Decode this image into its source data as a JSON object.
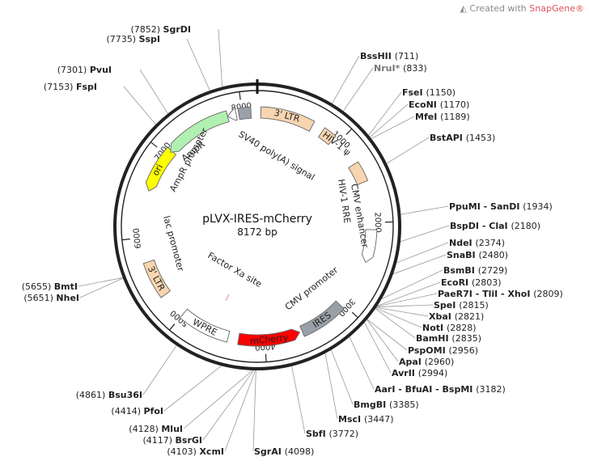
{
  "watermark": {
    "text": "Created with",
    "brand": "SnapGene®"
  },
  "plasmid": {
    "name": "pLVX-IRES-mCherry",
    "size_label": "8172 bp",
    "length": 8172
  },
  "ticks": [
    {
      "pos": 1000,
      "label": "1000"
    },
    {
      "pos": 2000,
      "label": "2000"
    },
    {
      "pos": 3000,
      "label": "3000"
    },
    {
      "pos": 4000,
      "label": "4000"
    },
    {
      "pos": 5000,
      "label": "5000"
    },
    {
      "pos": 6000,
      "label": "6000"
    },
    {
      "pos": 7000,
      "label": "7000"
    },
    {
      "pos": 8000,
      "label": "8000"
    }
  ],
  "features": [
    {
      "id": "ltr3-top",
      "label": "3' LTR",
      "color": "#f8d5b0",
      "start": 40,
      "end": 650,
      "dir": "none"
    },
    {
      "id": "hiv-psi",
      "label": "HIV-1 ψ",
      "color": "#f8d5b0",
      "start": 780,
      "end": 930,
      "dir": "none"
    },
    {
      "id": "rre",
      "label": "HIV-1 RRE",
      "color": "#f8d5b0",
      "start": 1300,
      "end": 1530,
      "dir": "none"
    },
    {
      "id": "cmv-prom",
      "label": "CMV promoter",
      "color": "#ffffff",
      "start": 2080,
      "end": 2460,
      "dir": "cw"
    },
    {
      "id": "ires",
      "label": "IRES",
      "color": "#9aa0a8",
      "start": 3030,
      "end": 3560,
      "dir": "none"
    },
    {
      "id": "mcherry",
      "label": "mCherry",
      "color": "#ff0000",
      "start": 3590,
      "end": 4300,
      "dir": "ccw"
    },
    {
      "id": "wpre",
      "label": "WPRE",
      "color": "#ffffff",
      "start": 4420,
      "end": 5000,
      "dir": "none"
    },
    {
      "id": "ltr3-bottom",
      "label": "3' LTR",
      "color": "#f8d5b0",
      "start": 5300,
      "end": 5720,
      "dir": "none"
    },
    {
      "id": "ori",
      "label": "ori",
      "color": "#ffff00",
      "start": 6540,
      "end": 7070,
      "dir": "ccw"
    },
    {
      "id": "ampr",
      "label": "AmpR",
      "color": "#b0f0b0",
      "start": 7050,
      "end": 7830,
      "dir": "ccw"
    },
    {
      "id": "ampr-prom",
      "label": "",
      "color": "#ffffff",
      "start": 7830,
      "end": 7930,
      "dir": "ccw"
    },
    {
      "id": "sv40",
      "label": "",
      "color": "#9aa0a8",
      "start": 7960,
      "end": 8100,
      "dir": "none"
    }
  ],
  "inner_labels": {
    "ltr": "3' LTR",
    "hiv_psi": "HIV-1 ψ",
    "sv40": "SV40 poly(A) signal",
    "ampr": "AmpR",
    "ampr_promoter": "AmpR promoter",
    "ori": "ori",
    "lac_promoter": "lac promoter",
    "cmv_enhancer": "CMV enhancer",
    "rre": "HIV-1 RRE",
    "cmv_promoter": "CMV promoter",
    "ires": "IRES",
    "mcherry": "mCherry",
    "wpre": "WPRE",
    "ltr_bottom": "3' LTR",
    "factor_xa": "Factor Xa site"
  },
  "sites": [
    {
      "name": "SgrDI",
      "pos": "(7852)",
      "side": "left",
      "gray": false
    },
    {
      "name": "SspI",
      "pos": "(7735)",
      "side": "left",
      "gray": false
    },
    {
      "name": "PvuI",
      "pos": "(7301)",
      "side": "left",
      "gray": false
    },
    {
      "name": "FspI",
      "pos": "(7153)",
      "side": "left",
      "gray": false
    },
    {
      "name": "BssHII",
      "pos": "(711)",
      "side": "right",
      "gray": false
    },
    {
      "name": "NruI*",
      "pos": "(833)",
      "side": "right",
      "gray": true
    },
    {
      "name": "FseI",
      "pos": "(1150)",
      "side": "right",
      "gray": false
    },
    {
      "name": "EcoNI",
      "pos": "(1170)",
      "side": "right",
      "gray": false
    },
    {
      "name": "MfeI",
      "pos": "(1189)",
      "side": "right",
      "gray": false
    },
    {
      "name": "BstAPI",
      "pos": "(1453)",
      "side": "right",
      "gray": false
    },
    {
      "name": "PpuMI - SanDI",
      "pos": "(1934)",
      "side": "right",
      "gray": false
    },
    {
      "name": "BspDI - ClaI",
      "pos": "(2180)",
      "side": "right",
      "gray": false
    },
    {
      "name": "NdeI",
      "pos": "(2374)",
      "side": "right",
      "gray": false
    },
    {
      "name": "SnaBI",
      "pos": "(2480)",
      "side": "right",
      "gray": false
    },
    {
      "name": "BsmBI",
      "pos": "(2729)",
      "side": "right",
      "gray": false
    },
    {
      "name": "EcoRI",
      "pos": "(2803)",
      "side": "right",
      "gray": false
    },
    {
      "name": "PaeR7I - TliI - XhoI",
      "pos": "(2809)",
      "side": "right",
      "gray": false
    },
    {
      "name": "SpeI",
      "pos": "(2815)",
      "side": "right",
      "gray": false
    },
    {
      "name": "XbaI",
      "pos": "(2821)",
      "side": "right",
      "gray": false
    },
    {
      "name": "NotI",
      "pos": "(2828)",
      "side": "right",
      "gray": false
    },
    {
      "name": "BamHI",
      "pos": "(2835)",
      "side": "right",
      "gray": false
    },
    {
      "name": "PspOMI",
      "pos": "(2956)",
      "side": "right",
      "gray": false
    },
    {
      "name": "ApaI",
      "pos": "(2960)",
      "side": "right",
      "gray": false
    },
    {
      "name": "AvrII",
      "pos": "(2994)",
      "side": "right",
      "gray": false
    },
    {
      "name": "AarI - BfuAI - BspMI",
      "pos": "(3182)",
      "side": "right",
      "gray": false
    },
    {
      "name": "BmgBI",
      "pos": "(3385)",
      "side": "right",
      "gray": false
    },
    {
      "name": "MscI",
      "pos": "(3447)",
      "side": "right",
      "gray": false
    },
    {
      "name": "SbfI",
      "pos": "(3772)",
      "side": "right",
      "gray": false
    },
    {
      "name": "SgrAI",
      "pos": "(4098)",
      "side": "right",
      "gray": false
    },
    {
      "name": "XcmI",
      "pos": "(4103)",
      "side": "left",
      "gray": false
    },
    {
      "name": "BsrGI",
      "pos": "(4117)",
      "side": "left",
      "gray": false
    },
    {
      "name": "MluI",
      "pos": "(4128)",
      "side": "left",
      "gray": false
    },
    {
      "name": "PfoI",
      "pos": "(4414)",
      "side": "left",
      "gray": false
    },
    {
      "name": "Bsu36I",
      "pos": "(4861)",
      "side": "left",
      "gray": false
    },
    {
      "name": "BmtI",
      "pos": "(5655)",
      "side": "left",
      "gray": false
    },
    {
      "name": "NheI",
      "pos": "(5651)",
      "side": "left",
      "gray": false
    }
  ]
}
